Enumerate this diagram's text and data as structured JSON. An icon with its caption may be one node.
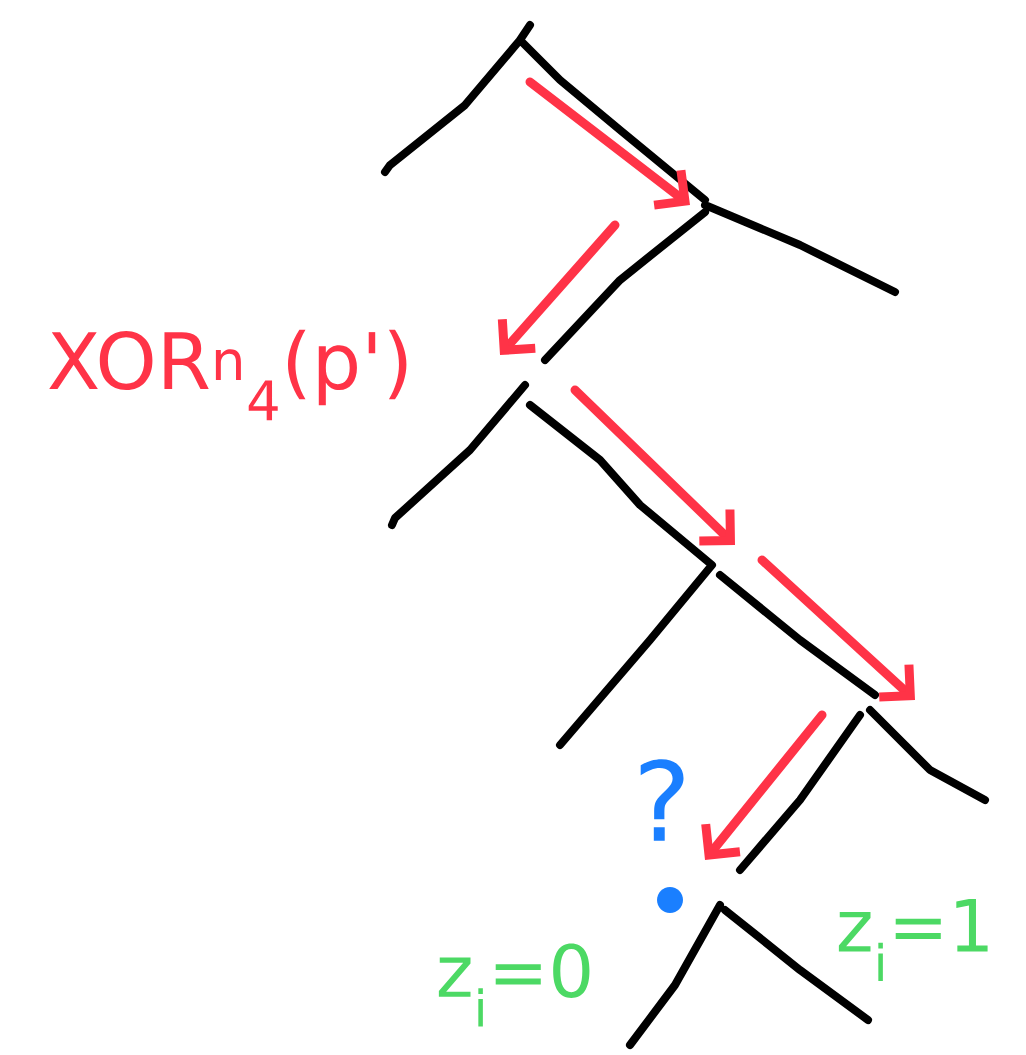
{
  "diagram": {
    "labels": [
      "XOR$^{n}$$_{4}$(p')",
      "?",
      "z$_{i}$=0",
      "z$_{i}$=1"
    ]
  }
}
